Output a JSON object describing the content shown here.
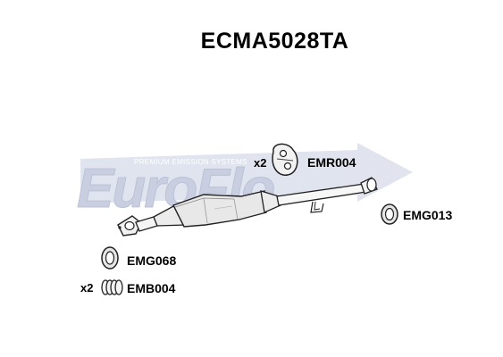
{
  "title": "ECMA5028TA",
  "logo": {
    "brand": "EuroFlo",
    "tagline": "PREMIUM EMISSION SYSTEMS",
    "color": "#c9cfe0"
  },
  "parts": [
    {
      "code": "EMR004",
      "qty": "x2",
      "icon": "rubber-hanger-icon"
    },
    {
      "code": "EMG013",
      "qty": "",
      "icon": "gasket-ring-icon"
    },
    {
      "code": "EMG068",
      "qty": "",
      "icon": "gasket-ring-icon"
    },
    {
      "code": "EMB004",
      "qty": "x2",
      "icon": "spring-icon"
    }
  ]
}
